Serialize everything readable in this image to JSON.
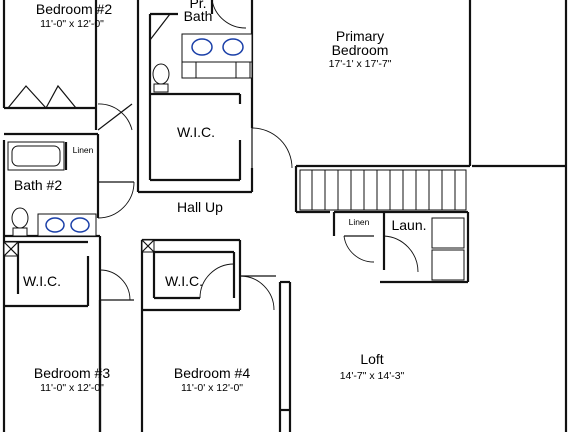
{
  "colors": {
    "wall": "#111111",
    "basin": "#1a3fa8",
    "background": "#ffffff"
  },
  "rooms": {
    "bedroom2": {
      "name": "Bedroom #2",
      "dim": "11'-0\" x 12'-0\""
    },
    "pr_bath": {
      "line1": "Pr.",
      "line2": "Bath"
    },
    "primary_bedroom": {
      "line1": "Primary",
      "line2": "Bedroom",
      "dim": "17'-1' x 17'-7\""
    },
    "bath2": {
      "name": "Bath #2"
    },
    "linen_bath2": {
      "name": "Linen"
    },
    "wic_primary": {
      "name": "W.I.C."
    },
    "hall": {
      "name": "Hall Up"
    },
    "linen_hall": {
      "name": "Linen"
    },
    "laundry": {
      "name": "Laun."
    },
    "wic_bed3": {
      "name": "W.I.C."
    },
    "wic_bed4": {
      "name": "W.I.C."
    },
    "bedroom3": {
      "name": "Bedroom #3",
      "dim": "11'-0\" x 12'-0\""
    },
    "bedroom4": {
      "name": "Bedroom #4",
      "dim": "11'-0' x 12'-0\""
    },
    "loft": {
      "name": "Loft",
      "dim": "14'-7\" x 14'-3\""
    }
  }
}
